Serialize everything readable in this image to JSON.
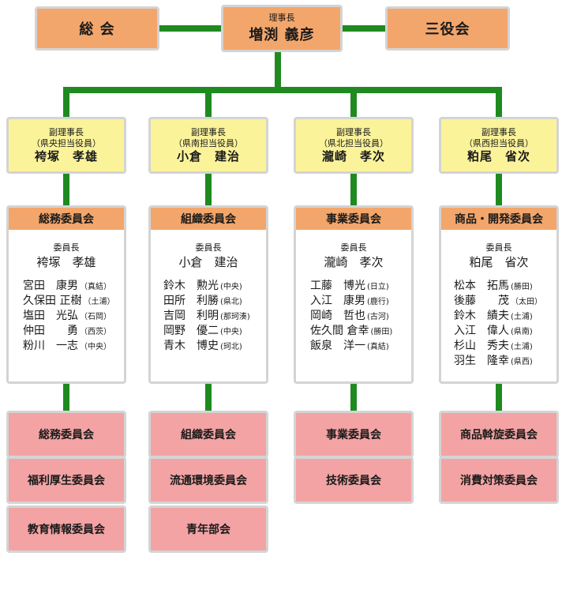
{
  "top": {
    "general": "総 会",
    "chair_title": "理事長",
    "chair_name": "増渕 義彦",
    "three": "三役会"
  },
  "vice": [
    {
      "title": "副理事長",
      "role": "（県央担当役員）",
      "name": "袴塚　孝雄"
    },
    {
      "title": "副理事長",
      "role": "（県南担当役員）",
      "name": "小倉　建治"
    },
    {
      "title": "副理事長",
      "role": "（県北担当役員）",
      "name": "瀧崎　孝次"
    },
    {
      "title": "副理事長",
      "role": "（県西担当役員）",
      "name": "粕尾　省次"
    }
  ],
  "committees": [
    {
      "head": "総務委員会",
      "chair_label": "委員長",
      "chair_name": "袴塚　孝雄",
      "members": [
        {
          "name": "宮田　康男",
          "region": "（真結）"
        },
        {
          "name": "久保田 正樹",
          "region": "（土浦）"
        },
        {
          "name": "塩田　光弘",
          "region": "（石岡）"
        },
        {
          "name": "仲田　　勇",
          "region": "（西茨）"
        },
        {
          "name": "粉川　一志",
          "region": "（中央）"
        }
      ]
    },
    {
      "head": "組織委員会",
      "chair_label": "委員長",
      "chair_name": "小倉　建治",
      "members": [
        {
          "name": "鈴木　勲光",
          "region": "(中央)"
        },
        {
          "name": "田所　利勝",
          "region": "(県北)"
        },
        {
          "name": "吉岡　利明",
          "region": "(那珂湊)"
        },
        {
          "name": "岡野　優二",
          "region": "(中央)"
        },
        {
          "name": "青木　博史",
          "region": "(珂北)"
        }
      ]
    },
    {
      "head": "事業委員会",
      "chair_label": "委員長",
      "chair_name": "瀧崎　孝次",
      "members": [
        {
          "name": "工藤　博光",
          "region": "(日立)"
        },
        {
          "name": "入江　康男",
          "region": "(鹿行)"
        },
        {
          "name": "岡崎　哲也",
          "region": "(古河)"
        },
        {
          "name": "佐久間 倉幸",
          "region": "(勝田)"
        },
        {
          "name": "飯泉　洋一",
          "region": "(真結)"
        }
      ]
    },
    {
      "head": "商品・開発委員会",
      "chair_label": "委員長",
      "chair_name": "粕尾　省次",
      "members": [
        {
          "name": "松本　拓馬",
          "region": "(勝田)"
        },
        {
          "name": "後藤　　茂",
          "region": "（太田）"
        },
        {
          "name": "鈴木　績夫",
          "region": "(土浦)"
        },
        {
          "name": "入江　偉人",
          "region": "(県南)"
        },
        {
          "name": "杉山　秀夫",
          "region": "(土浦)"
        },
        {
          "name": "羽生　隆幸",
          "region": "(県西)"
        }
      ]
    }
  ],
  "subcommittees": [
    [
      "総務委員会",
      "福利厚生委員会",
      "教育情報委員会"
    ],
    [
      "組織委員会",
      "流通環境委員会",
      "青年部会"
    ],
    [
      "事業委員会",
      "技術委員会"
    ],
    [
      "商品斡旋委員会",
      "消費対策委員会"
    ]
  ]
}
